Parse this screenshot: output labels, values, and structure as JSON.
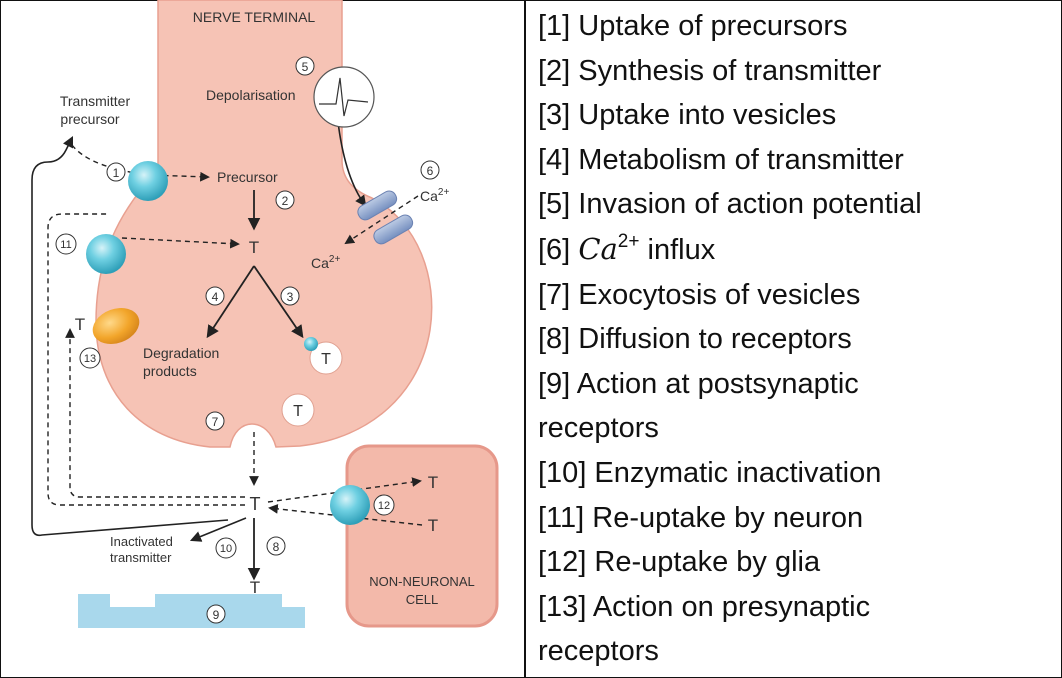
{
  "diagram": {
    "nerve_terminal": "NERVE TERMINAL",
    "transmitter_precursor_line1": "Transmitter",
    "transmitter_precursor_line2": "precursor",
    "depolarisation": "Depolarisation",
    "precursor": "Precursor",
    "ca_label": "Ca",
    "ca_superscript": "2+",
    "ca_inner": "Ca",
    "ca_inner_superscript": "2+",
    "degradation_line1": "Degradation",
    "degradation_line2": "products",
    "inactivated_line1": "Inactivated",
    "inactivated_line2": "transmitter",
    "non_neuronal_line1": "NON-NEURONAL",
    "non_neuronal_line2": "CELL",
    "transmitter_symbol": "T",
    "step_numbers": [
      "1",
      "2",
      "3",
      "4",
      "5",
      "6",
      "7",
      "8",
      "9",
      "10",
      "11",
      "12",
      "13"
    ],
    "colors": {
      "terminal_fill": "#f6c3b5",
      "terminal_edge": "#e8a090",
      "cell_fill": "#f3b9aa",
      "cell_edge": "#e6988a",
      "carrier": "#4fc0d6",
      "receptor_bar": "#a9d8ec",
      "channel": "#8ea8cf",
      "presynaptic_receptor": "#f0a429"
    }
  },
  "legend": {
    "items": [
      "[1] Uptake of precursors",
      "[2] Synthesis of transmitter",
      "[3] Uptake into vesicles",
      "[4] Metabolism of transmitter",
      "[5] Invasion of action potential",
      "[7] Exocytosis of vesicles",
      "[8] Diffusion to receptors",
      "[9] Action at postsynaptic",
      "receptors",
      "[10] Enzymatic inactivation",
      "[11] Re-uptake by neuron",
      "[12] Re-uptake by glia",
      "[13] Action on presynaptic",
      "receptors"
    ],
    "item6_prefix": "[6] ",
    "item6_ca": "Ca",
    "item6_sup": "2+",
    "item6_suffix": " influx"
  }
}
